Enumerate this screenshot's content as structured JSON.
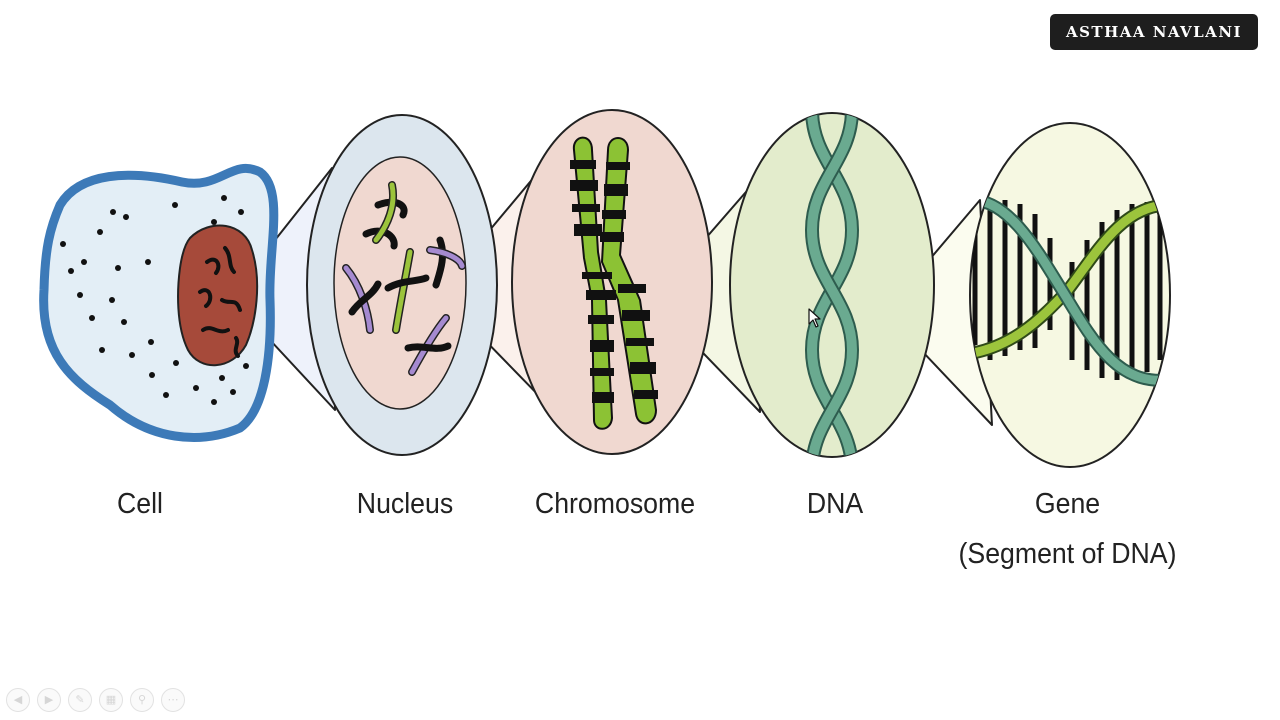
{
  "badge": {
    "text": "ASTHAA NAVLANI"
  },
  "diagram": {
    "labels": {
      "cell": "Cell",
      "nucleus": "Nucleus",
      "chromosome": "Chromosome",
      "dna": "DNA",
      "gene": "Gene",
      "gene_sub": "(Segment of DNA)"
    }
  },
  "colors": {
    "cell_membrane": "#3d7ab8",
    "cytoplasm": "#e3eef6",
    "nucleus": "#a64a3a",
    "nucleus_view": "#dce6ee",
    "chromosome_view": "#f0d8d0",
    "dna_view": "#e3eccc",
    "gene_view": "#f6f8e2",
    "dna_strand": "#6aaa90",
    "chromosome_green": "#8cc234"
  },
  "player_controls": [
    {
      "name": "prev-slide-icon",
      "glyph": "◀"
    },
    {
      "name": "next-slide-icon",
      "glyph": "▶"
    },
    {
      "name": "pen-icon",
      "glyph": "✎"
    },
    {
      "name": "slides-grid-icon",
      "glyph": "▦"
    },
    {
      "name": "zoom-icon",
      "glyph": "⚲"
    },
    {
      "name": "more-options-icon",
      "glyph": "⋯"
    }
  ]
}
